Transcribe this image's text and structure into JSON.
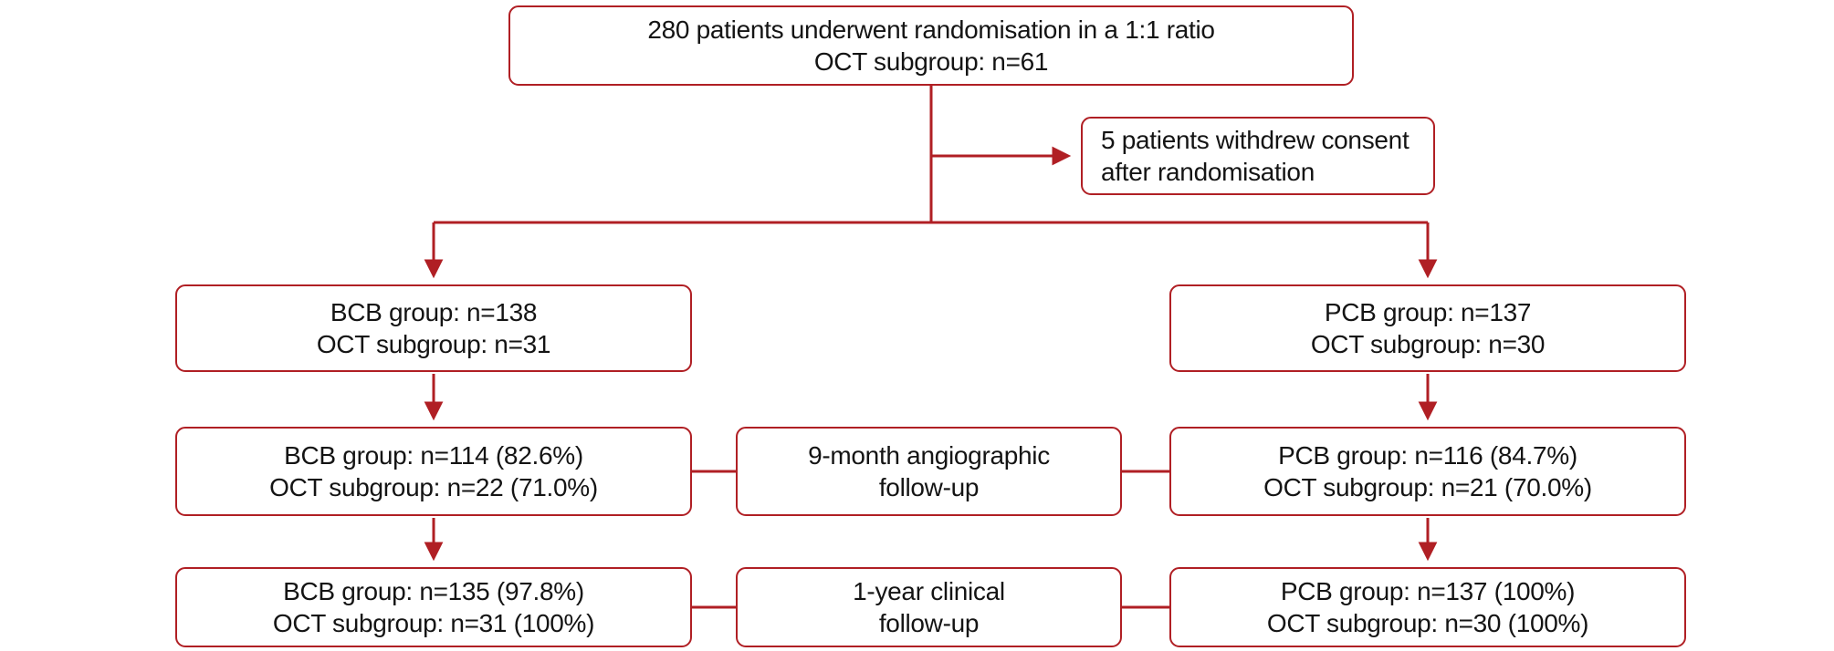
{
  "accent_color": "#b01f24",
  "text_color": "#141414",
  "diagram": {
    "top": {
      "line1": "280 patients underwent randomisation in a 1:1 ratio",
      "line2": "OCT subgroup: n=61"
    },
    "withdrew": {
      "line1": "5 patients withdrew consent",
      "line2": "after randomisation"
    },
    "bcb_alloc": {
      "line1": "BCB group: n=138",
      "line2": "OCT subgroup: n=31"
    },
    "pcb_alloc": {
      "line1": "PCB group: n=137",
      "line2": "OCT subgroup: n=30"
    },
    "bcb_angio": {
      "line1": "BCB group: n=114 (82.6%)",
      "line2": "OCT subgroup: n=22 (71.0%)"
    },
    "angio_label": {
      "line1": "9-month angiographic",
      "line2": "follow-up"
    },
    "pcb_angio": {
      "line1": "PCB group: n=116 (84.7%)",
      "line2": "OCT subgroup: n=21 (70.0%)"
    },
    "bcb_clinical": {
      "line1": "BCB group: n=135 (97.8%)",
      "line2": "OCT subgroup: n=31 (100%)"
    },
    "clinical_label": {
      "line1": "1-year clinical",
      "line2": "follow-up"
    },
    "pcb_clinical": {
      "line1": "PCB group: n=137 (100%)",
      "line2": "OCT subgroup: n=30 (100%)"
    }
  }
}
